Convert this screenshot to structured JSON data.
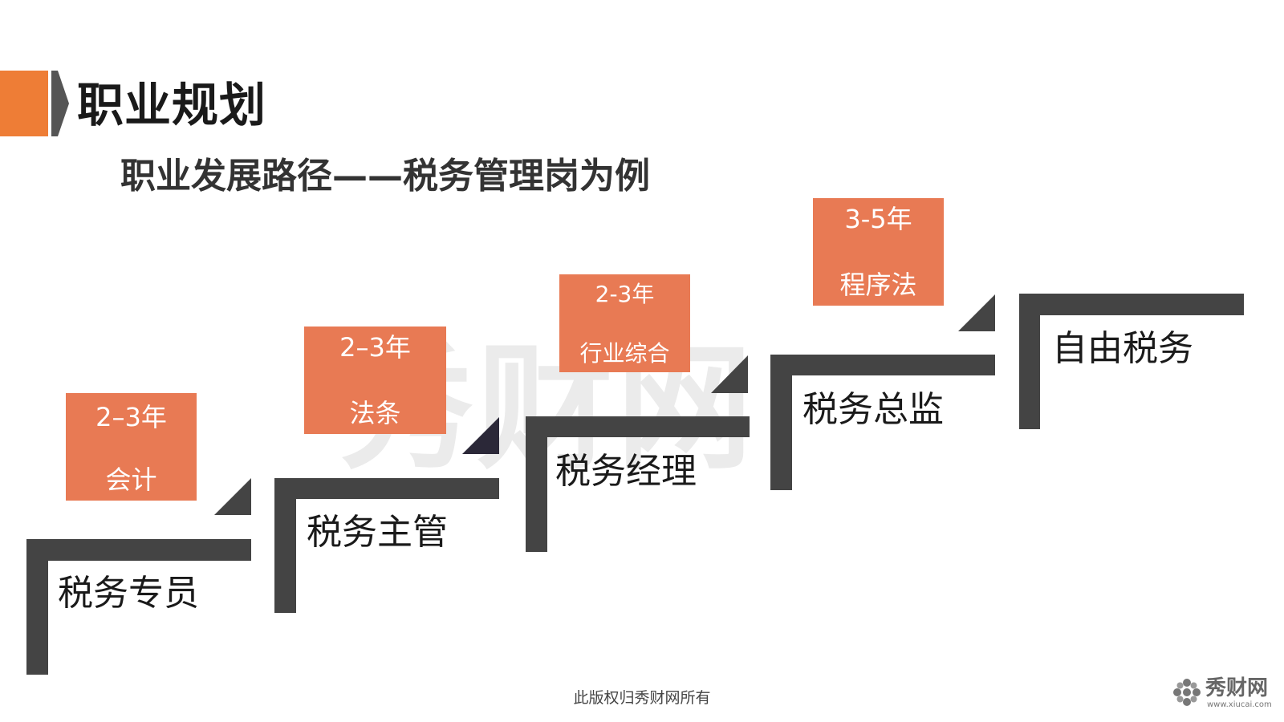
{
  "header": {
    "title": "职业规划",
    "subtitle": "职业发展路径——税务管理岗为例"
  },
  "watermark": {
    "text": "秀财网"
  },
  "steps": [
    {
      "role": "税务专员",
      "years": "2–3年",
      "skill": "会计"
    },
    {
      "role": "税务主管",
      "years": "2–3年",
      "skill": "法条"
    },
    {
      "role": "税务经理",
      "years": "2-3年",
      "skill": "行业综合"
    },
    {
      "role": "税务总监",
      "years": "3-5年",
      "skill": "程序法"
    },
    {
      "role": "自由税务"
    }
  ],
  "footer": {
    "copyright": "此版权归秀财网所有",
    "logo_name": "秀财网",
    "logo_url": "www.xiucai.com"
  },
  "colors": {
    "accent_orange": "#ee7d36",
    "box_fill": "#e87a54",
    "stair_gray": "#444444",
    "triangle_dark": "#2b2838",
    "text_dark": "#1a1a1a"
  }
}
